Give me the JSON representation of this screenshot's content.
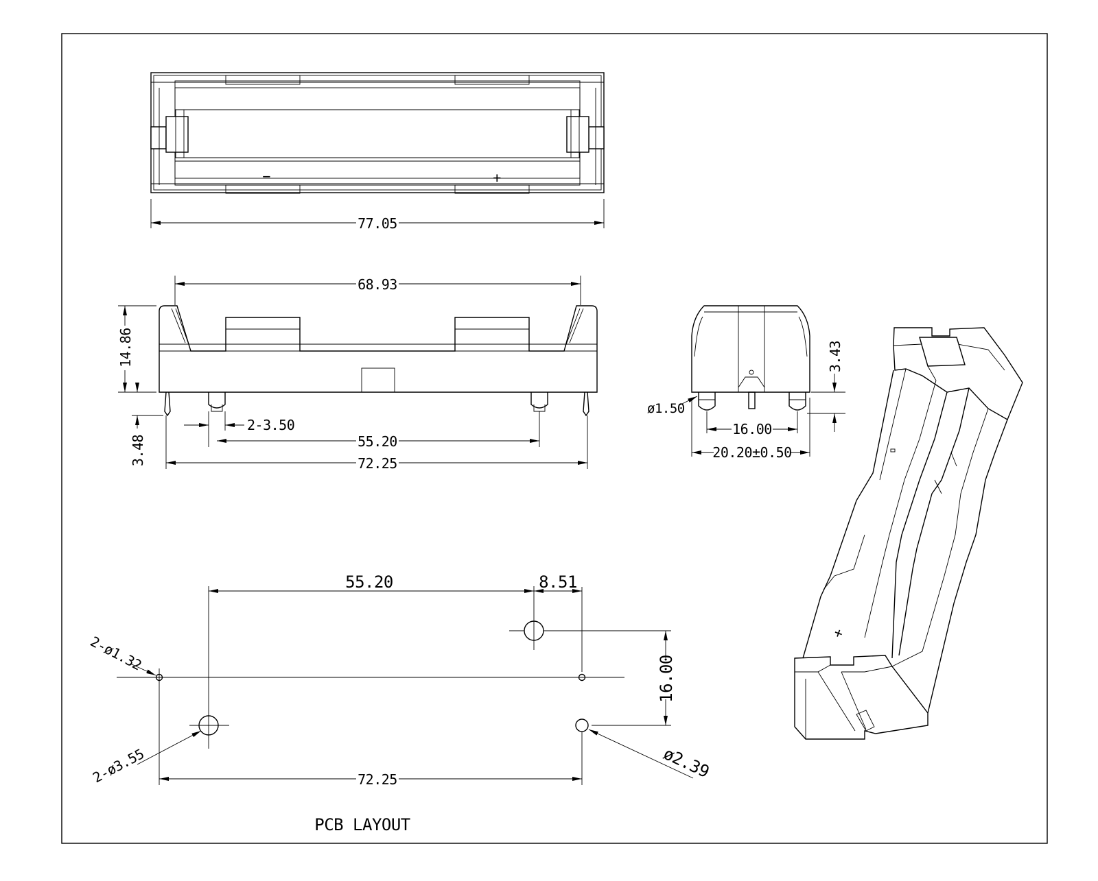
{
  "drawing": {
    "top_view": {
      "width_label": "77.05",
      "minus_mark": "−",
      "plus_mark": "+"
    },
    "front_view": {
      "inner_length": "68.93",
      "height": "14.86",
      "pin_length": "3.48",
      "pin_width": "2-3.50",
      "pin_pitch": "55.20",
      "outer_pin_span": "72.25"
    },
    "end_view": {
      "pin_diameter": "ø1.50",
      "pin_spacing": "16.00",
      "width_tolerance": "20.20±0.50",
      "foot_height": "3.43"
    },
    "pcb_layout": {
      "title": "PCB LAYOUT",
      "large_pitch": "55.20",
      "offset": "8.51",
      "vertical_spacing": "16.00",
      "small_hole": "2-ø1.32",
      "large_hole": "2-ø3.55",
      "mid_hole": "ø2.39",
      "total_span": "72.25"
    },
    "iso_view": {
      "polarity_mark": "+"
    }
  }
}
